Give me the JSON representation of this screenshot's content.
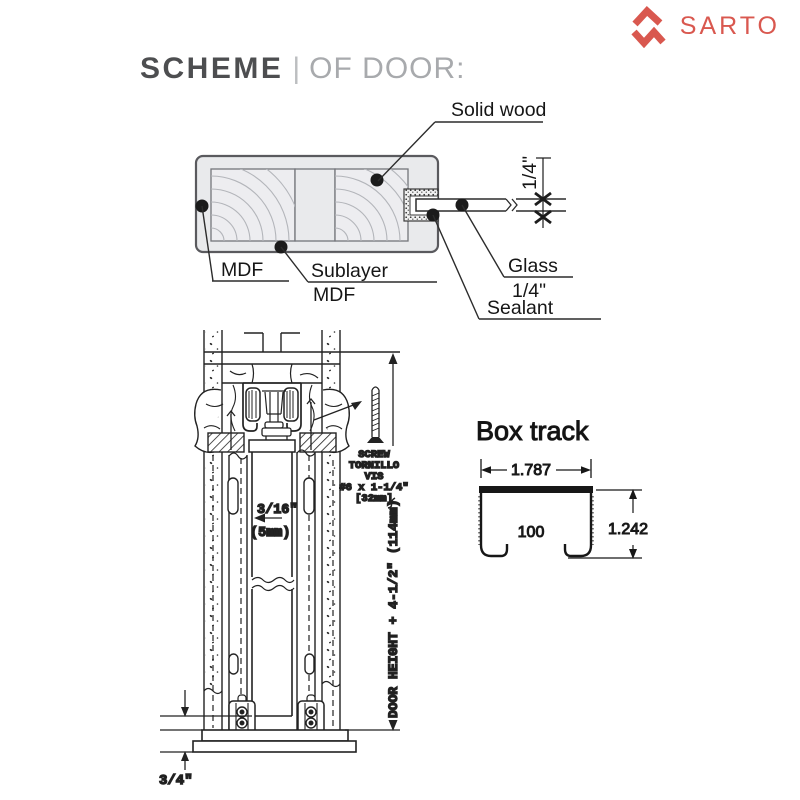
{
  "brand": {
    "name": "SARTO"
  },
  "header": {
    "title_bold": "SCHEME",
    "separator": "|",
    "title_light": "OF DOOR:"
  },
  "door_section": {
    "label_solid_wood": "Solid wood",
    "label_mdf": "MDF",
    "label_sublayer_1": "Sublayer",
    "label_sublayer_2": "MDF",
    "label_glass_1": "Glass",
    "label_glass_2": "1/4\"",
    "label_sealant": "Sealant",
    "dim_glass_thickness": "1/4\""
  },
  "mechanism": {
    "screw_line_1": "SCREW",
    "screw_line_2": "TORNILLO",
    "screw_line_3": "VIS",
    "screw_line_4": "#6 x 1-1/4\"",
    "screw_line_5": "[32mm]",
    "dim_gap_in": "3/16\"",
    "dim_gap_mm": "(5mm)",
    "dim_door_height": "DOOR HEIGHT + 4-1/2\" (114mm)",
    "dim_bottom": "3/4\""
  },
  "box_track": {
    "title": "Box track",
    "dim_width": "1.787",
    "dim_height": "1.242",
    "label_profile": "100"
  },
  "colors": {
    "brand": "#d9584f",
    "title_dark": "#4d4e50",
    "title_light": "#a8aaad",
    "line": "#222222"
  }
}
